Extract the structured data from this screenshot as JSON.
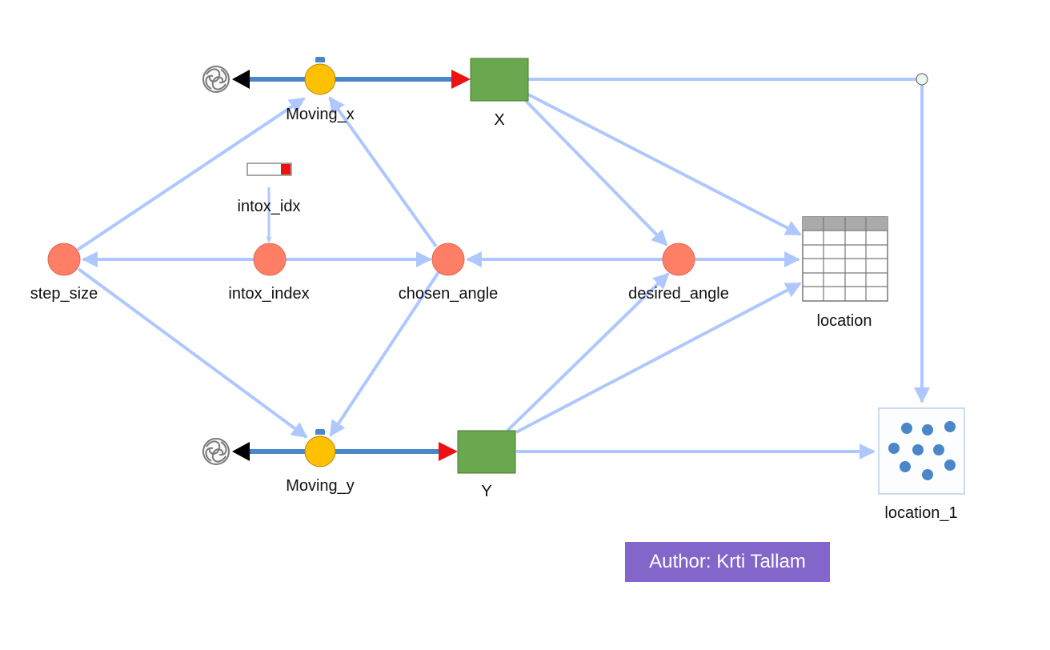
{
  "colors": {
    "link": "#aec8ff",
    "flow": "#4a86c8",
    "stock": "#6aa84f",
    "flow_valve": "#ffc000",
    "converter": "#ff7f66",
    "arrow_red": "#ee1111",
    "author_bg": "#8266c9"
  },
  "stocks": {
    "x_label": "X",
    "y_label": "Y"
  },
  "flows": {
    "moving_x_label": "Moving_x",
    "moving_y_label": "Moving_y"
  },
  "variables": {
    "step_size": "step_size",
    "intox_index": "intox_index",
    "chosen_angle": "chosen_angle",
    "desired_angle": "desired_angle"
  },
  "graphical": {
    "intox_idx": "intox_idx"
  },
  "outputs": {
    "table_label": "location",
    "scatter_label": "location_1"
  },
  "author": "Author: Krti Tallam"
}
